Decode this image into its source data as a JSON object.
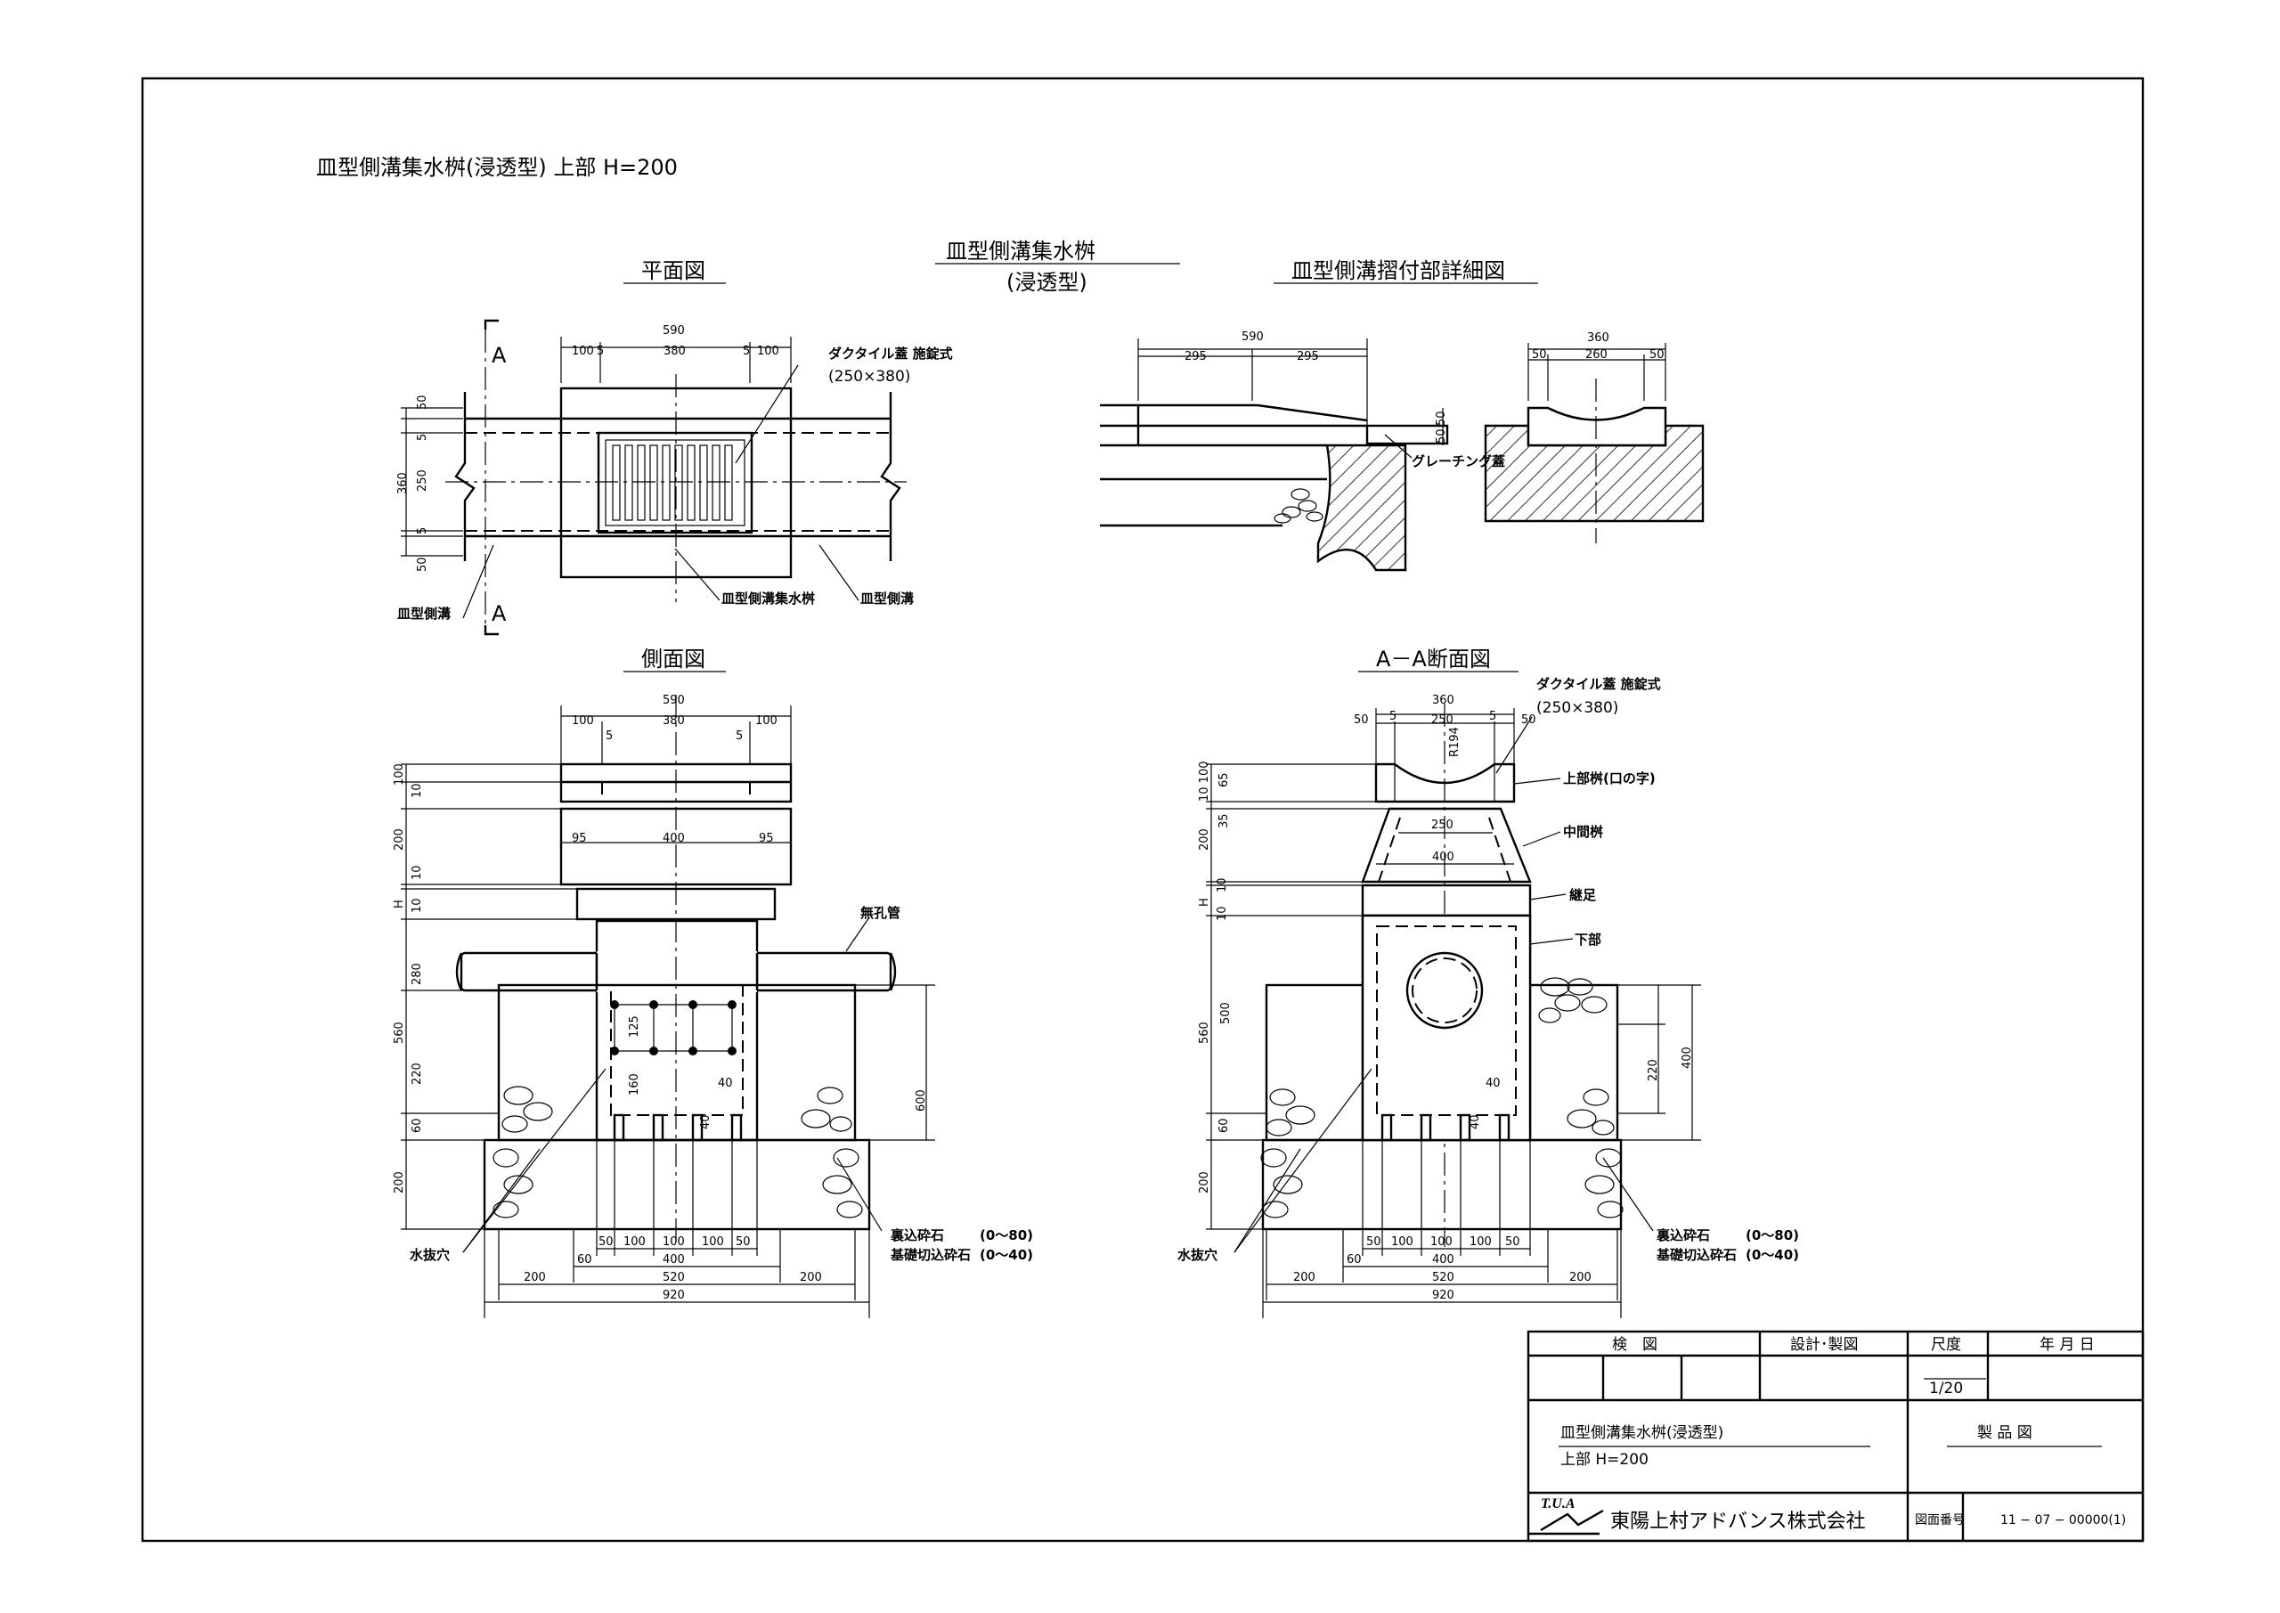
{
  "header": {
    "main_title": "皿型側溝集水桝(浸透型)  上部 H=200"
  },
  "views": {
    "plan": "平面図",
    "center_title_1": "皿型側溝集水桝",
    "center_title_2": "(浸透型)",
    "detail": "皿型側溝摺付部詳細図",
    "side": "側面図",
    "section": "A－A断面図"
  },
  "labels": {
    "section_mark": "A",
    "grate": "ダクタイル蓋 施錠式",
    "grate_size": "(250×380)",
    "grate_section": "ダクタイル蓋  施錠式",
    "side_ditch": "皿型側溝",
    "catch_basin": "皿型側溝集水桝",
    "grating_cover": "グレーチング蓋",
    "non_perforated_pipe": "無孔管",
    "backfill_stone": "裏込砕石",
    "backfill_range": "(0～80)",
    "base_stone": "基礎切込砕石",
    "base_range": "(0～40)",
    "drain_hole": "水抜穴",
    "upper_part": "上部桝(口の字)",
    "middle_part": "中間桝",
    "extension": "継足",
    "lower_part": "下部"
  },
  "dims": {
    "d590": "590",
    "d380": "380",
    "d100": "100",
    "d5": "5",
    "d50": "50",
    "d250": "250",
    "d360": "360",
    "d295": "295",
    "d260": "260",
    "d95": "95",
    "d400": "400",
    "d200": "200",
    "d10": "10",
    "dH": "H",
    "d280": "280",
    "d560": "560",
    "d220": "220",
    "d60": "60",
    "d125": "125",
    "d160": "160",
    "d40": "40",
    "d600": "600",
    "d520": "520",
    "d920": "920",
    "d65": "65",
    "d35": "35",
    "d500": "500",
    "dR194": "R194",
    "d10_100": "10 100"
  },
  "title_block": {
    "inspection": "検　図",
    "design": "設計･製図",
    "scale_label": "尺度",
    "date_label": "年 月 日",
    "scale_value": "1/20",
    "product_label": "製 品 図",
    "name_1": "皿型側溝集水桝(浸透型)",
    "name_2": "上部 H=200",
    "logo": "T.U.A",
    "company": "東陽上村アドバンス株式会社",
    "drawing_no_label": "図面番号",
    "drawing_no": "11 − 07 − 00000(1)"
  }
}
